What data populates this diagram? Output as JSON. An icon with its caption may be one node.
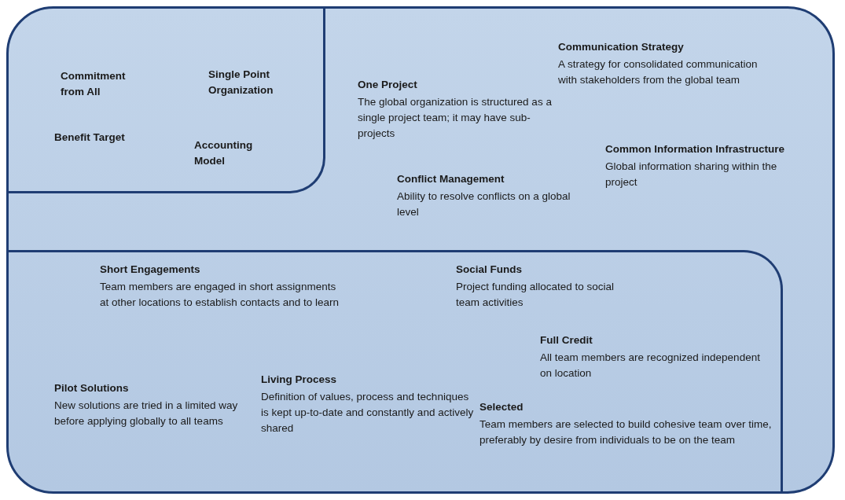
{
  "diagram": {
    "nodes": [
      {
        "text": [
          "One Project",
          "The global organization is structured as a single project team; it may have sub-projects",
          "Communication Strategy",
          "A strategy for consolidated communication with stakeholders from the global team",
          "Conflict Management",
          "Ability to resolve conflicts on a global level",
          "Common Information Infrastructure",
          "Global information sharing within the project"
        ]
      },
      {
        "text": [
          "Commitment from All",
          "Single Point Organization",
          "Benefit Target",
          "Accounting Model"
        ],
        "in": 0
      },
      {
        "text": [
          "Short Engagements",
          "Team members are engaged in short assignments at other locations to establish contacts and to learn",
          "Social Funds",
          "Project funding allocated to social team activities",
          "Full Credit",
          "All team members are recognized independent on location",
          "Pilot Solutions",
          "New solutions are tried in a limited way before applying globally to all teams",
          "Living Process",
          "Definition of values, process and techniques is kept up-to-date and constantly and actively shared",
          "Selected",
          "Team members are selected to build cohesive team over time, preferably by desire from individuals to be on the team"
        ],
        "in": 0
      }
    ]
  }
}
